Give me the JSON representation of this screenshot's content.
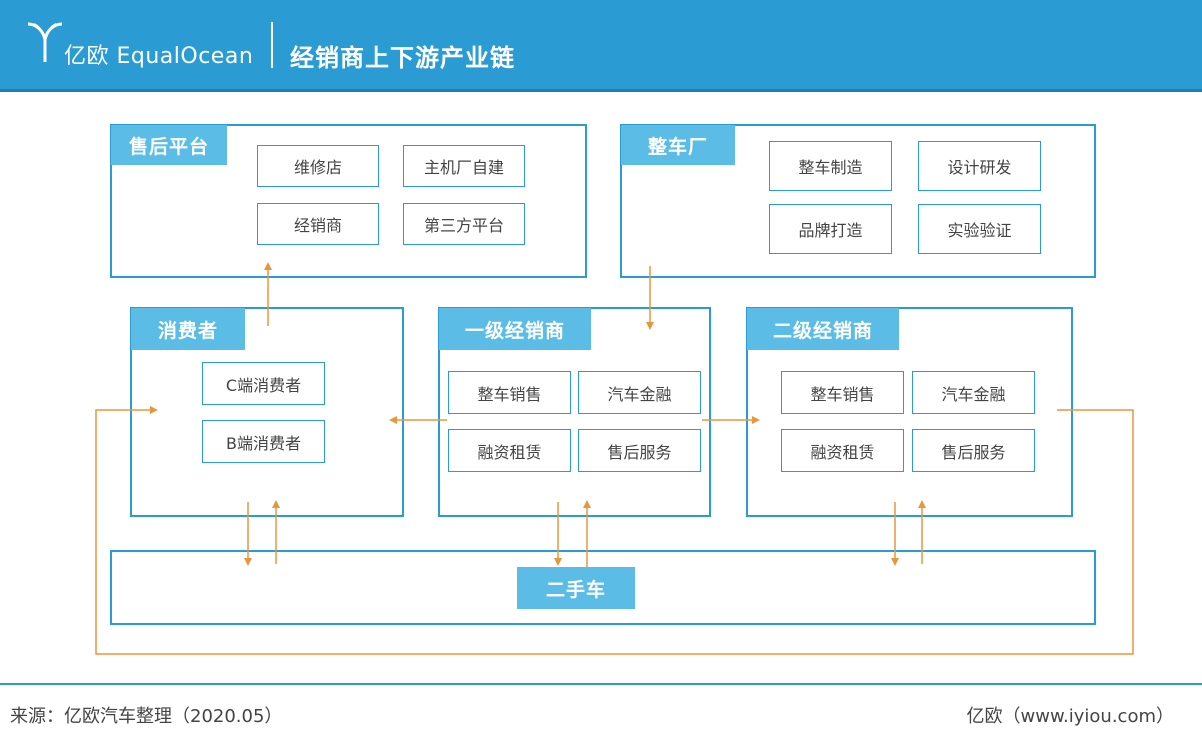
{
  "header": {
    "logo_text": "亿欧 EqualOcean",
    "title": "经销商上下游产业链"
  },
  "diagram": {
    "after_sales": {
      "label": "售后平台",
      "items": [
        "维修店",
        "主机厂自建",
        "经销商",
        "第三方平台"
      ]
    },
    "oem": {
      "label": "整车厂",
      "items": [
        "整车制造",
        "设计研发",
        "品牌打造",
        "实验验证"
      ]
    },
    "consumer": {
      "label": "消费者",
      "items": [
        "C端消费者",
        "B端消费者"
      ]
    },
    "tier1": {
      "label": "一级经销商",
      "items": [
        "整车销售",
        "汽车金融",
        "融资租赁",
        "售后服务"
      ]
    },
    "tier2": {
      "label": "二级经销商",
      "items": [
        "整车销售",
        "汽车金融",
        "融资租赁",
        "售后服务"
      ]
    },
    "used_car": {
      "label": "二手车"
    }
  },
  "colors": {
    "primary": "#2b9bd3",
    "tag": "#5bbde6",
    "arrow": "#e8963a"
  },
  "footer": {
    "source": "来源：亿欧汽车整理（2020.05）",
    "site": "亿欧（www.iyiou.com）"
  }
}
